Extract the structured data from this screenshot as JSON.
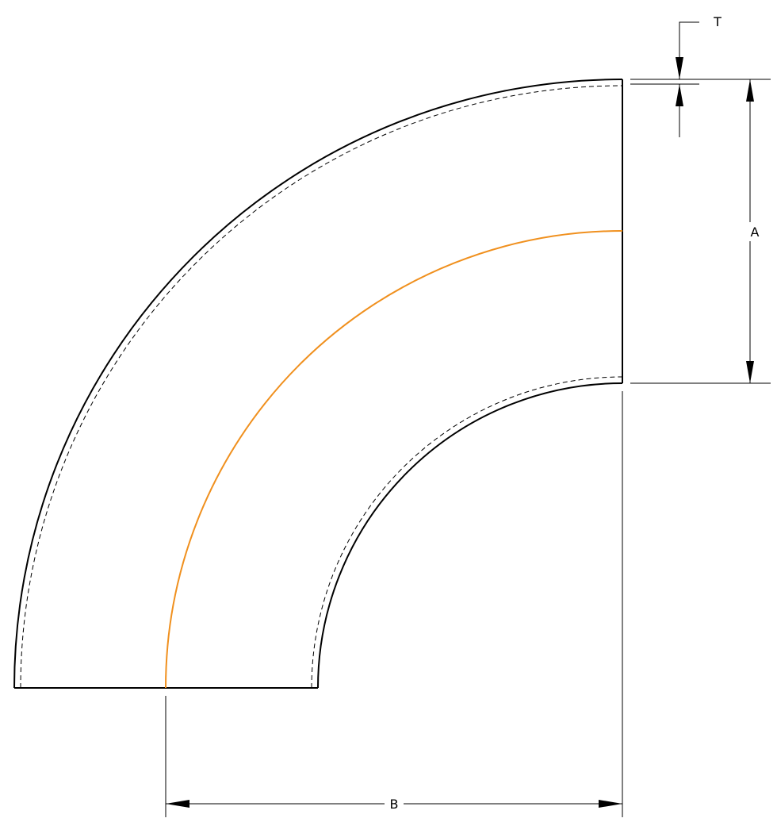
{
  "labels": {
    "a": "A",
    "b": "B",
    "t": "T"
  },
  "colors": {
    "line": "#000000",
    "centerline": "#f0901e",
    "background": "#ffffff"
  }
}
